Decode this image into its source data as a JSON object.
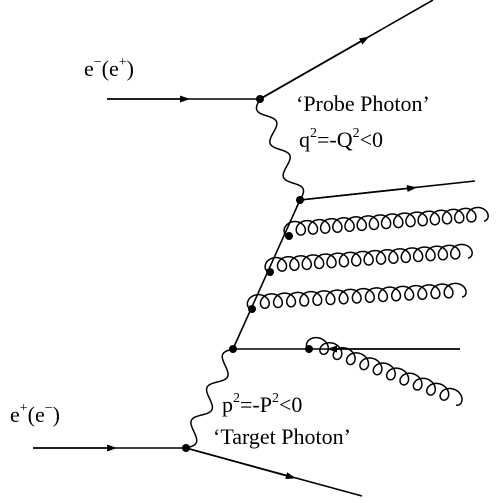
{
  "labels": {
    "beam_top_main": "e",
    "beam_top_main_sup": "−",
    "beam_top_paren_open": "(e",
    "beam_top_paren_sup": "+",
    "beam_top_paren_close": ")",
    "beam_bottom_main": "e",
    "beam_bottom_main_sup": "+",
    "beam_bottom_paren_open": "(e",
    "beam_bottom_paren_sup": "−",
    "beam_bottom_paren_close": ")",
    "probe_photon": "‘Probe Photon’",
    "probe_q_a": "q",
    "probe_q_sup": "2",
    "probe_q_b": "=-Q",
    "probe_Q_sup": "2",
    "probe_q_c": "<0",
    "target_p_a": "p",
    "target_p_sup": "2",
    "target_p_b": "=-P",
    "target_P_sup": "2",
    "target_p_c": "<0",
    "target_photon": "‘Target Photon’"
  },
  "colors": {
    "ink": "#000000",
    "background": "#ffffff"
  }
}
